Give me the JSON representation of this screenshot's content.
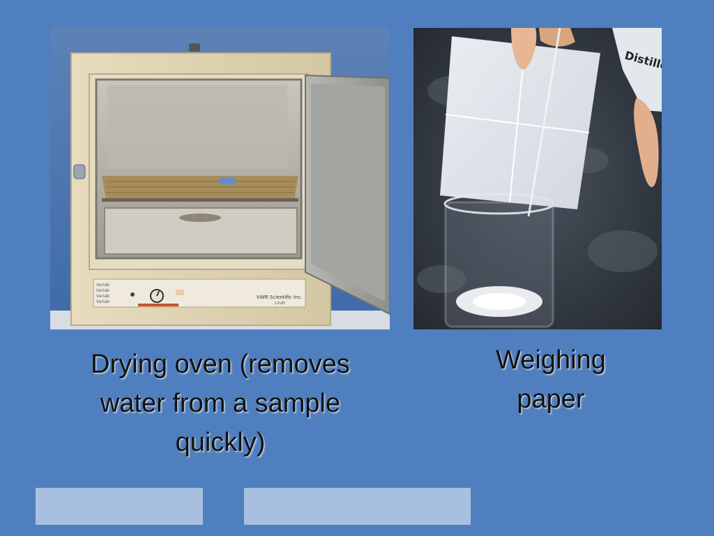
{
  "slide": {
    "captions": {
      "drying_oven": "Drying oven (removes water from a sample quickly)",
      "weighing_paper": "Weighing paper"
    },
    "oven_panel": {
      "brand_text": "VWR Scientific Inc.",
      "model_text": "Lindr"
    },
    "paper_photo": {
      "bottle_label": "Distille"
    }
  },
  "colors": {
    "background": "#4f7fbe",
    "placeholder_boxes": "#a8c0df",
    "caption_text": "#111111"
  }
}
